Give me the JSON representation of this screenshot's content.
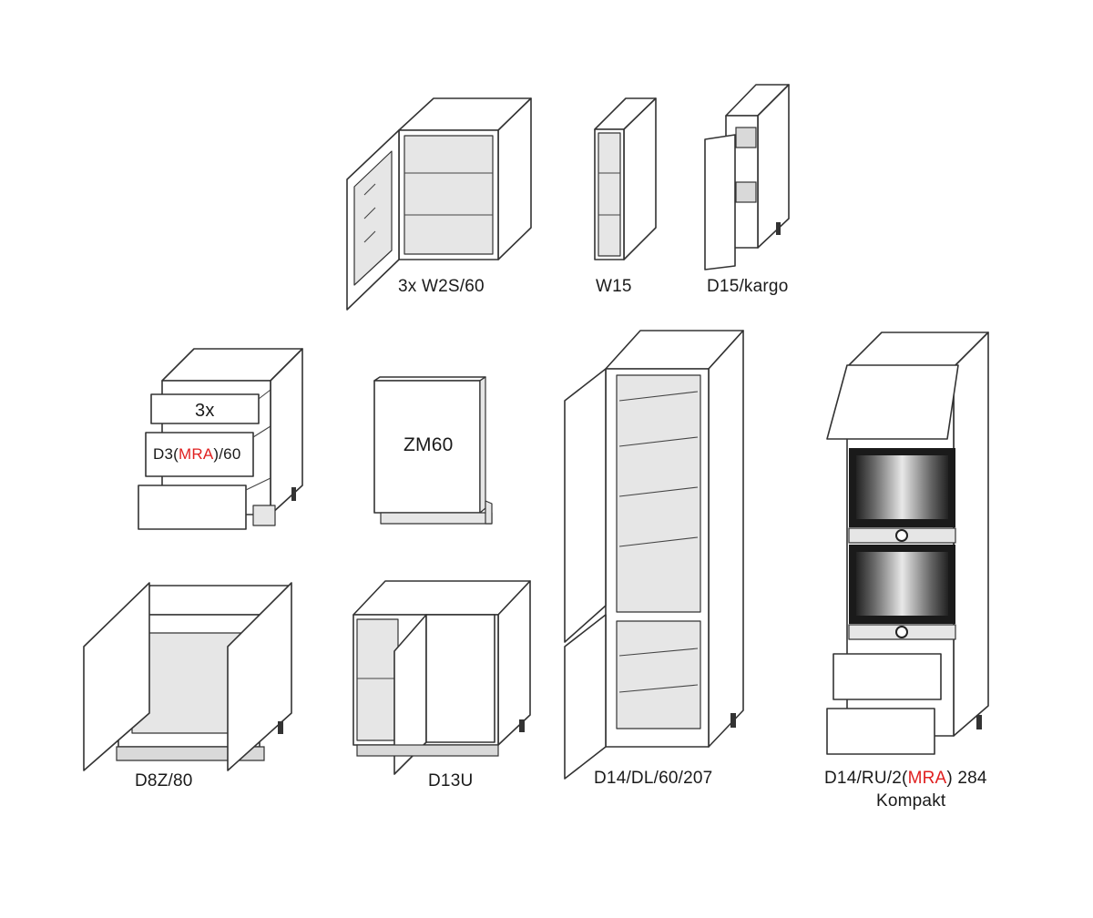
{
  "items": [
    {
      "code_pre": "3x W2S/60"
    },
    {
      "code_pre": "W15"
    },
    {
      "code_pre": "D15/kargo"
    },
    {
      "badge": "3x",
      "code_pre": "D3(",
      "code_red": "MRA",
      "code_post": ")/60"
    },
    {
      "code_pre": "ZM60"
    },
    {
      "code_pre": "D14/DL/60/207"
    },
    {
      "code_pre": "D14/RU/2(",
      "code_red": "MRA",
      "code_post": ") 284",
      "code_line2": "Kompakt"
    },
    {
      "code_pre": "D8Z/80"
    },
    {
      "code_pre": "D13U"
    }
  ],
  "accent_color": "#e02020"
}
